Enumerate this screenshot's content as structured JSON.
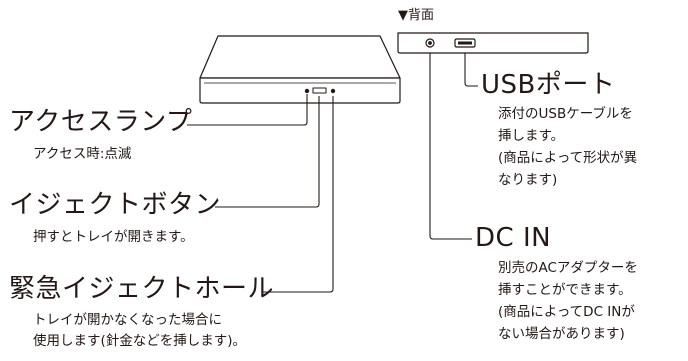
{
  "back_view": {
    "title": "▼背面"
  },
  "callouts": {
    "access_lamp": {
      "title": "アクセスランプ",
      "desc": [
        "アクセス時:点滅"
      ]
    },
    "eject_button": {
      "title": "イジェクトボタン",
      "desc": [
        "押すとトレイが開きます。"
      ]
    },
    "emergency_eject": {
      "title": "緊急イジェクトホール",
      "desc": [
        "トレイが開かなくなった場合に",
        "使用します(針金などを挿します)。"
      ]
    },
    "usb_port": {
      "title": "USBポート",
      "desc": [
        "添付のUSBケーブルを",
        "挿します。",
        "(商品によって形状が異",
        "なります)"
      ]
    },
    "dc_in": {
      "title": "DC IN",
      "desc": [
        "別売のACアダプターを",
        "挿すことができます。",
        "(商品によってDC INが",
        "ない場合があります)"
      ]
    }
  },
  "colors": {
    "line": "#231815",
    "device_fill": "#ffffff"
  }
}
